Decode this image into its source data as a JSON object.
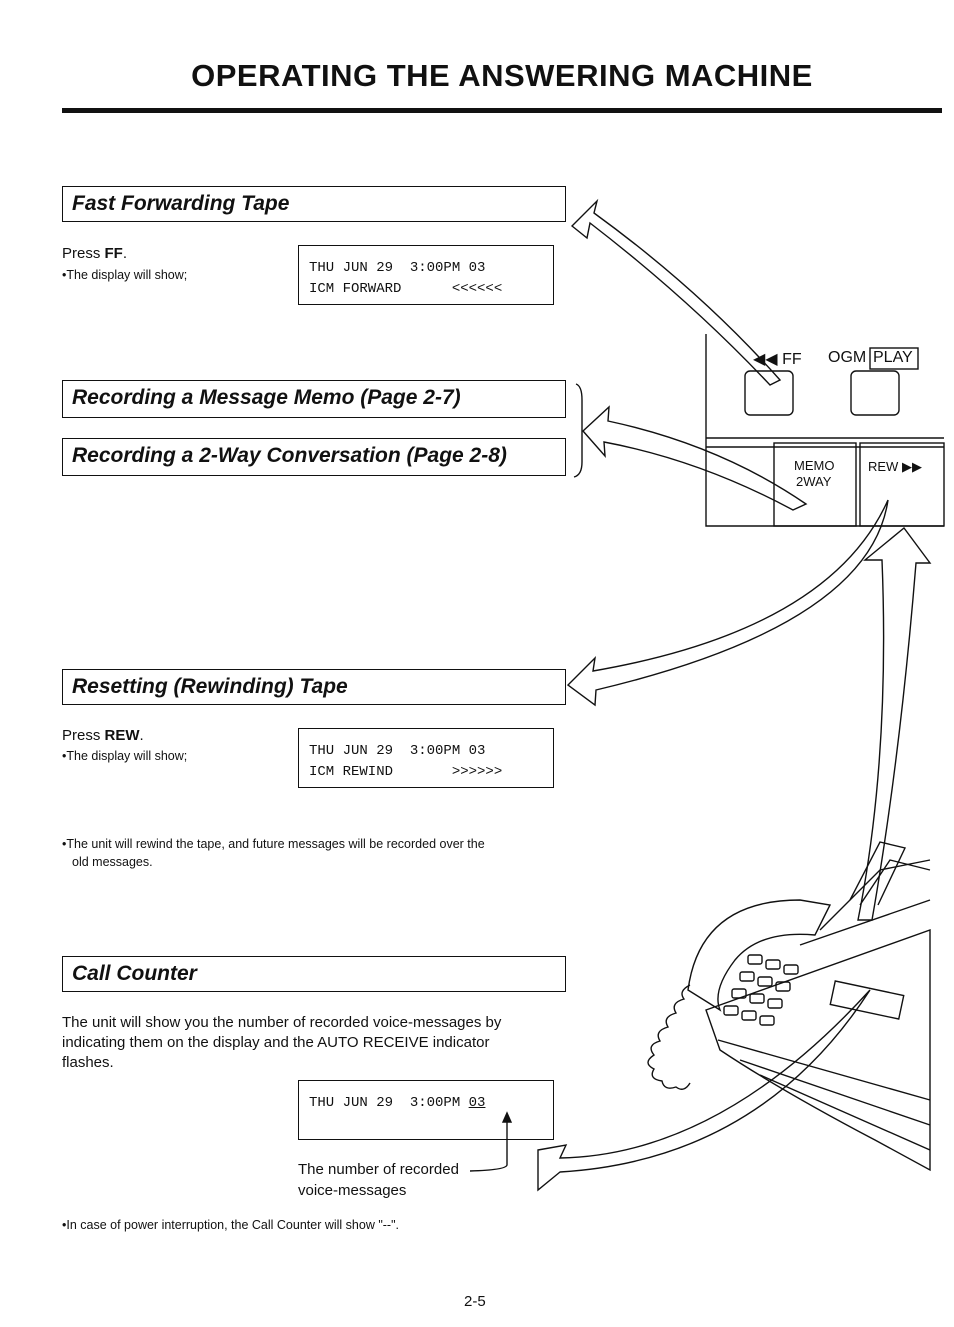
{
  "page": {
    "title": "OPERATING THE ANSWERING MACHINE",
    "page_number": "2-5"
  },
  "fast_forward": {
    "heading": "Fast Forwarding Tape",
    "press_prefix": "Press ",
    "press_key": "FF",
    "press_suffix": ".",
    "bullet": "•The display will show;",
    "display_line1": "THU JUN 29  3:00PM 03",
    "display_line2": "ICM FORWARD      <<<<<<"
  },
  "memo": {
    "heading": "Recording a Message Memo (Page 2-7)"
  },
  "two_way": {
    "heading": "Recording a 2-Way Conversation (Page 2-8)"
  },
  "rewind": {
    "heading": "Resetting (Rewinding) Tape",
    "press_prefix": "Press ",
    "press_key": "REW",
    "press_suffix": ".",
    "bullet": "•The display will show;",
    "display_line1": "THU JUN 29  3:00PM 03",
    "display_line2": "ICM REWIND       >>>>>>",
    "note_line1": "•The unit will rewind the tape, and future messages will be recorded over the",
    "note_line2": "old messages."
  },
  "call_counter": {
    "heading": "Call Counter",
    "body_line1": "The unit will show you the number of recorded voice-messages by",
    "body_line2": "indicating them on the display and the AUTO RECEIVE indicator",
    "body_line3": "flashes.",
    "display_prefix": "THU JUN 29  3:00PM ",
    "display_count": "03",
    "caption_line1": "The number of recorded",
    "caption_line2": "voice-messages",
    "note": "•In case of power interruption, the Call Counter will show \"--\"."
  },
  "panel": {
    "ff_label": "FF",
    "ogm_label": "OGM",
    "play_label": "PLAY",
    "memo_label": "MEMO",
    "two_way_label": "2WAY",
    "rew_label": "REW"
  }
}
